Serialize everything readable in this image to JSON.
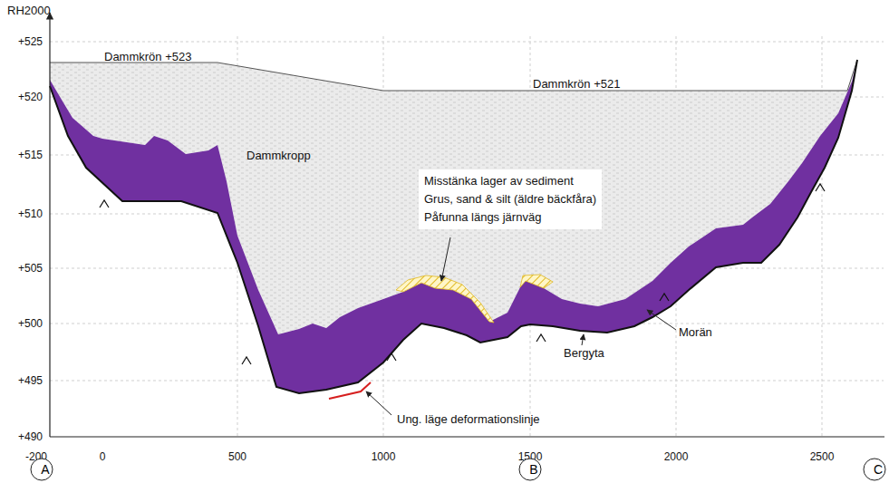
{
  "diagram": {
    "nodes": [
      {
        "text": [
          "Misstänka lager av sediment",
          "Grus, sand & silt (äldre bäckfåra)",
          "Påfunna längs järnväg"
        ]
      },
      {
        "text": [
          "A"
        ]
      },
      {
        "text": [
          "B"
        ]
      },
      {
        "text": [
          "C"
        ]
      }
    ],
    "labels": [
      "RH2000",
      "+525",
      "+520",
      "+515",
      "+510",
      "+505",
      "+500",
      "+495",
      "+490",
      "-200",
      "0",
      "500",
      "1000",
      "1500",
      "2000",
      "2500",
      "Dammkrön +523",
      "Dammkrön +521",
      "Dammkropp",
      "Morän",
      "Bergyta",
      "Ung. läge deformationslinje"
    ]
  }
}
